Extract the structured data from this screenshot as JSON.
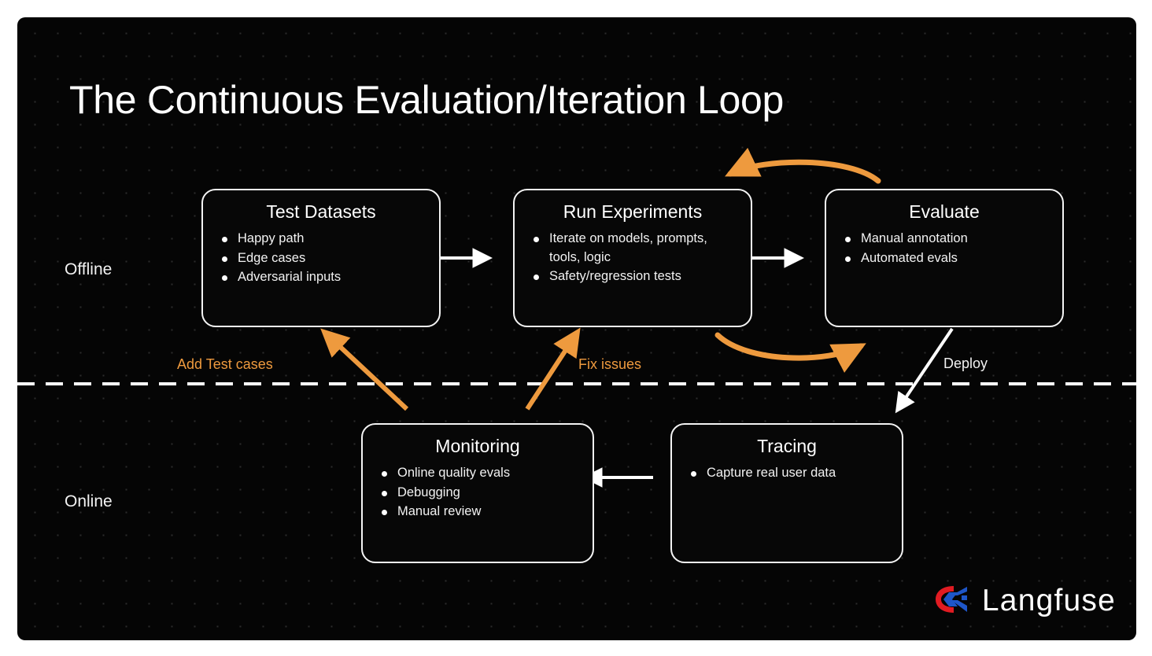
{
  "diagram": {
    "title": "The Continuous Evaluation/Iteration Loop",
    "background_color": "#050505",
    "accent_color": "#EE9A3E",
    "line_color": "#f4f4f4",
    "lanes": [
      {
        "id": "offline",
        "label": "Offline"
      },
      {
        "id": "online",
        "label": "Online"
      }
    ],
    "nodes": [
      {
        "id": "test-datasets",
        "title": "Test Datasets",
        "items": [
          "Happy path",
          "Edge cases",
          "Adversarial inputs"
        ]
      },
      {
        "id": "run-experiments",
        "title": "Run Experiments",
        "items": [
          "Iterate on models, prompts, tools, logic",
          "Safety/regression tests"
        ]
      },
      {
        "id": "evaluate",
        "title": "Evaluate",
        "items": [
          "Manual annotation",
          "Automated evals"
        ]
      },
      {
        "id": "monitoring",
        "title": "Monitoring",
        "items": [
          "Online quality evals",
          "Debugging",
          "Manual review"
        ]
      },
      {
        "id": "tracing",
        "title": "Tracing",
        "items": [
          "Capture real user data"
        ]
      }
    ],
    "edge_labels": [
      {
        "id": "add-test-cases",
        "text": "Add Test cases",
        "color": "#EE9A3E"
      },
      {
        "id": "fix-issues",
        "text": "Fix issues",
        "color": "#EE9A3E"
      },
      {
        "id": "deploy",
        "text": "Deploy",
        "color": "#f2f2f2"
      }
    ]
  },
  "brand": {
    "name": "Langfuse",
    "logo_colors": {
      "red": "#E11B22",
      "blue": "#1E56C8"
    }
  }
}
